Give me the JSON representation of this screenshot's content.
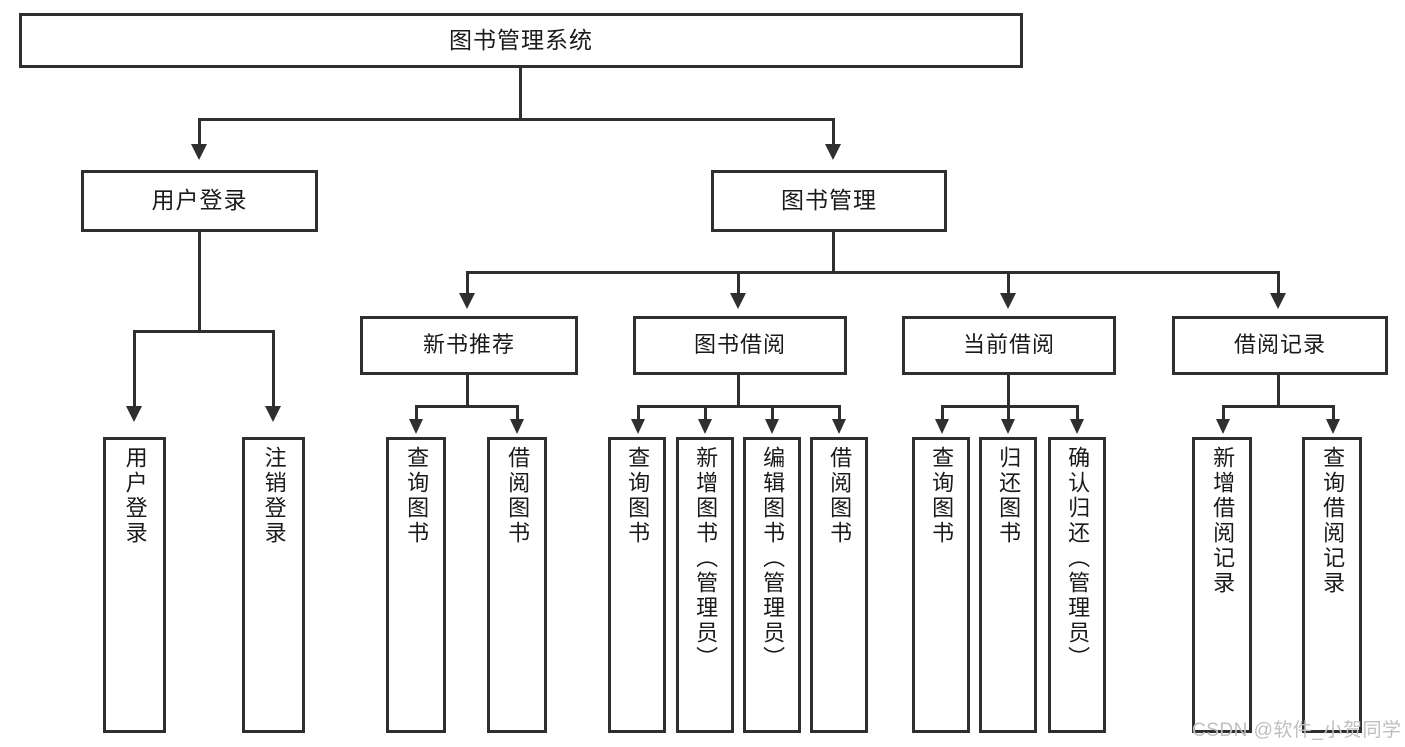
{
  "diagram": {
    "title": "图书管理系统",
    "root": {
      "label": "图书管理系统"
    },
    "tier1": [
      {
        "label": "用户登录"
      },
      {
        "label": "图书管理"
      }
    ],
    "tier2": [
      {
        "label": "新书推荐"
      },
      {
        "label": "图书借阅"
      },
      {
        "label": "当前借阅"
      },
      {
        "label": "借阅记录"
      }
    ],
    "leaves": {
      "user_login": [
        {
          "label": "用户登录"
        },
        {
          "label": "注销登录"
        }
      ],
      "new_book_recommend": [
        {
          "label": "查询图书"
        },
        {
          "label": "借阅图书"
        }
      ],
      "book_borrow": [
        {
          "label": "查询图书"
        },
        {
          "label": "新增图书（管理员）"
        },
        {
          "label": "编辑图书（管理员）"
        },
        {
          "label": "借阅图书"
        }
      ],
      "current_borrow": [
        {
          "label": "查询图书"
        },
        {
          "label": "归还图书"
        },
        {
          "label": "确认归还（管理员）"
        }
      ],
      "borrow_record": [
        {
          "label": "新增借阅记录"
        },
        {
          "label": "查询借阅记录"
        }
      ]
    }
  },
  "watermark": {
    "text": "CSDN @软件_小贺同学"
  },
  "colors": {
    "stroke": "#2f2f2f",
    "background": "#ffffff",
    "text": "#1a1a1a",
    "watermark": "#bfbfbf"
  }
}
